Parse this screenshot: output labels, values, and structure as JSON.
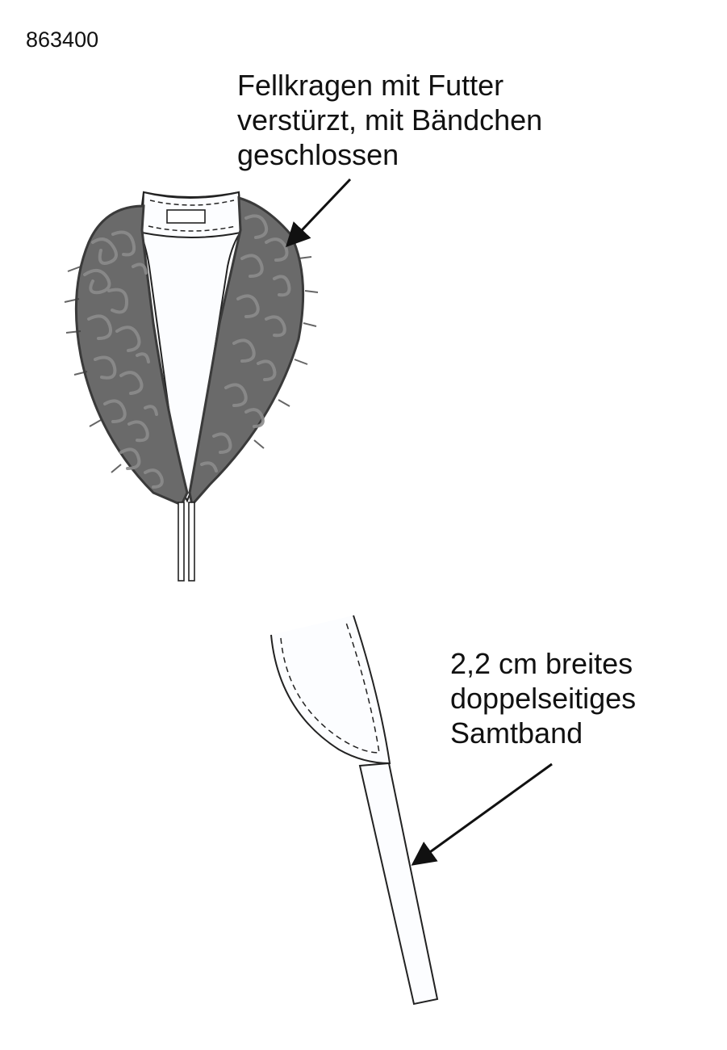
{
  "article_number": "863400",
  "callouts": [
    {
      "id": "collar",
      "lines": [
        "Fellkragen mit Futter",
        "verstürzt, mit Bändchen",
        "geschlossen"
      ]
    },
    {
      "id": "ribbon",
      "lines": [
        "2,2 cm breites",
        "doppelseitiges",
        "Samtband"
      ]
    }
  ],
  "colors": {
    "ink": "#111111",
    "fur": "#555555",
    "paper": "#ffffff"
  }
}
